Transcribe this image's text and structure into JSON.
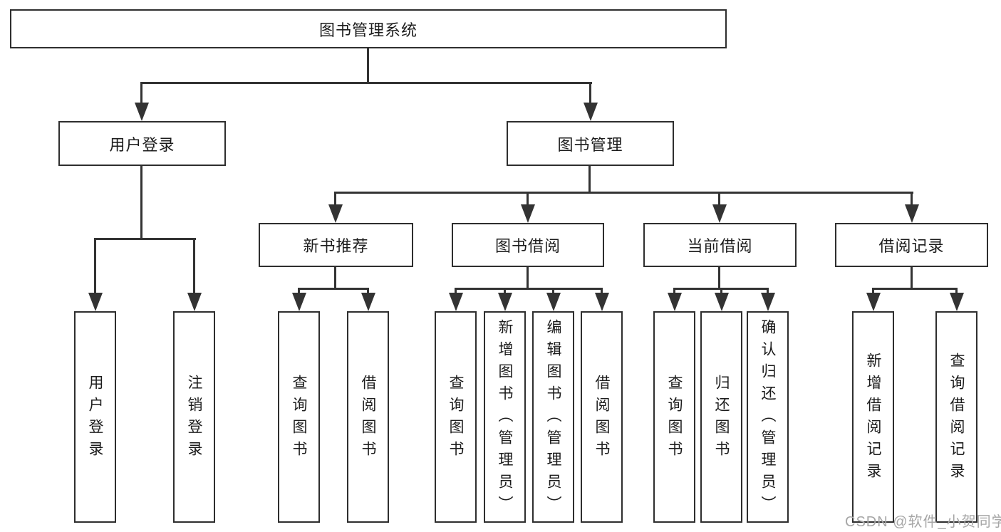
{
  "nodes": {
    "root": "图书管理系统",
    "level2": [
      "用户登录",
      "图书管理"
    ],
    "level3": [
      "新书推荐",
      "图书借阅",
      "当前借阅",
      "借阅记录"
    ],
    "leaves": {
      "login": [
        "用户登录",
        "注销登录"
      ],
      "recommend": [
        "查询图书",
        "借阅图书"
      ],
      "borrow": [
        "查询图书",
        "新增图书（管理员）",
        "编辑图书（管理员）",
        "借阅图书"
      ],
      "current": [
        "查询图书",
        "归还图书",
        "确认归还（管理员）"
      ],
      "records": [
        "新增借阅记录",
        "查询借阅记录"
      ]
    }
  },
  "watermark": "CSDN @软件_小贺同学",
  "colors": {
    "line": "#333333",
    "border": "#2e2e2e",
    "text": "#1c1c1c",
    "watermark": "#a6a6a6",
    "background": "#ffffff"
  }
}
